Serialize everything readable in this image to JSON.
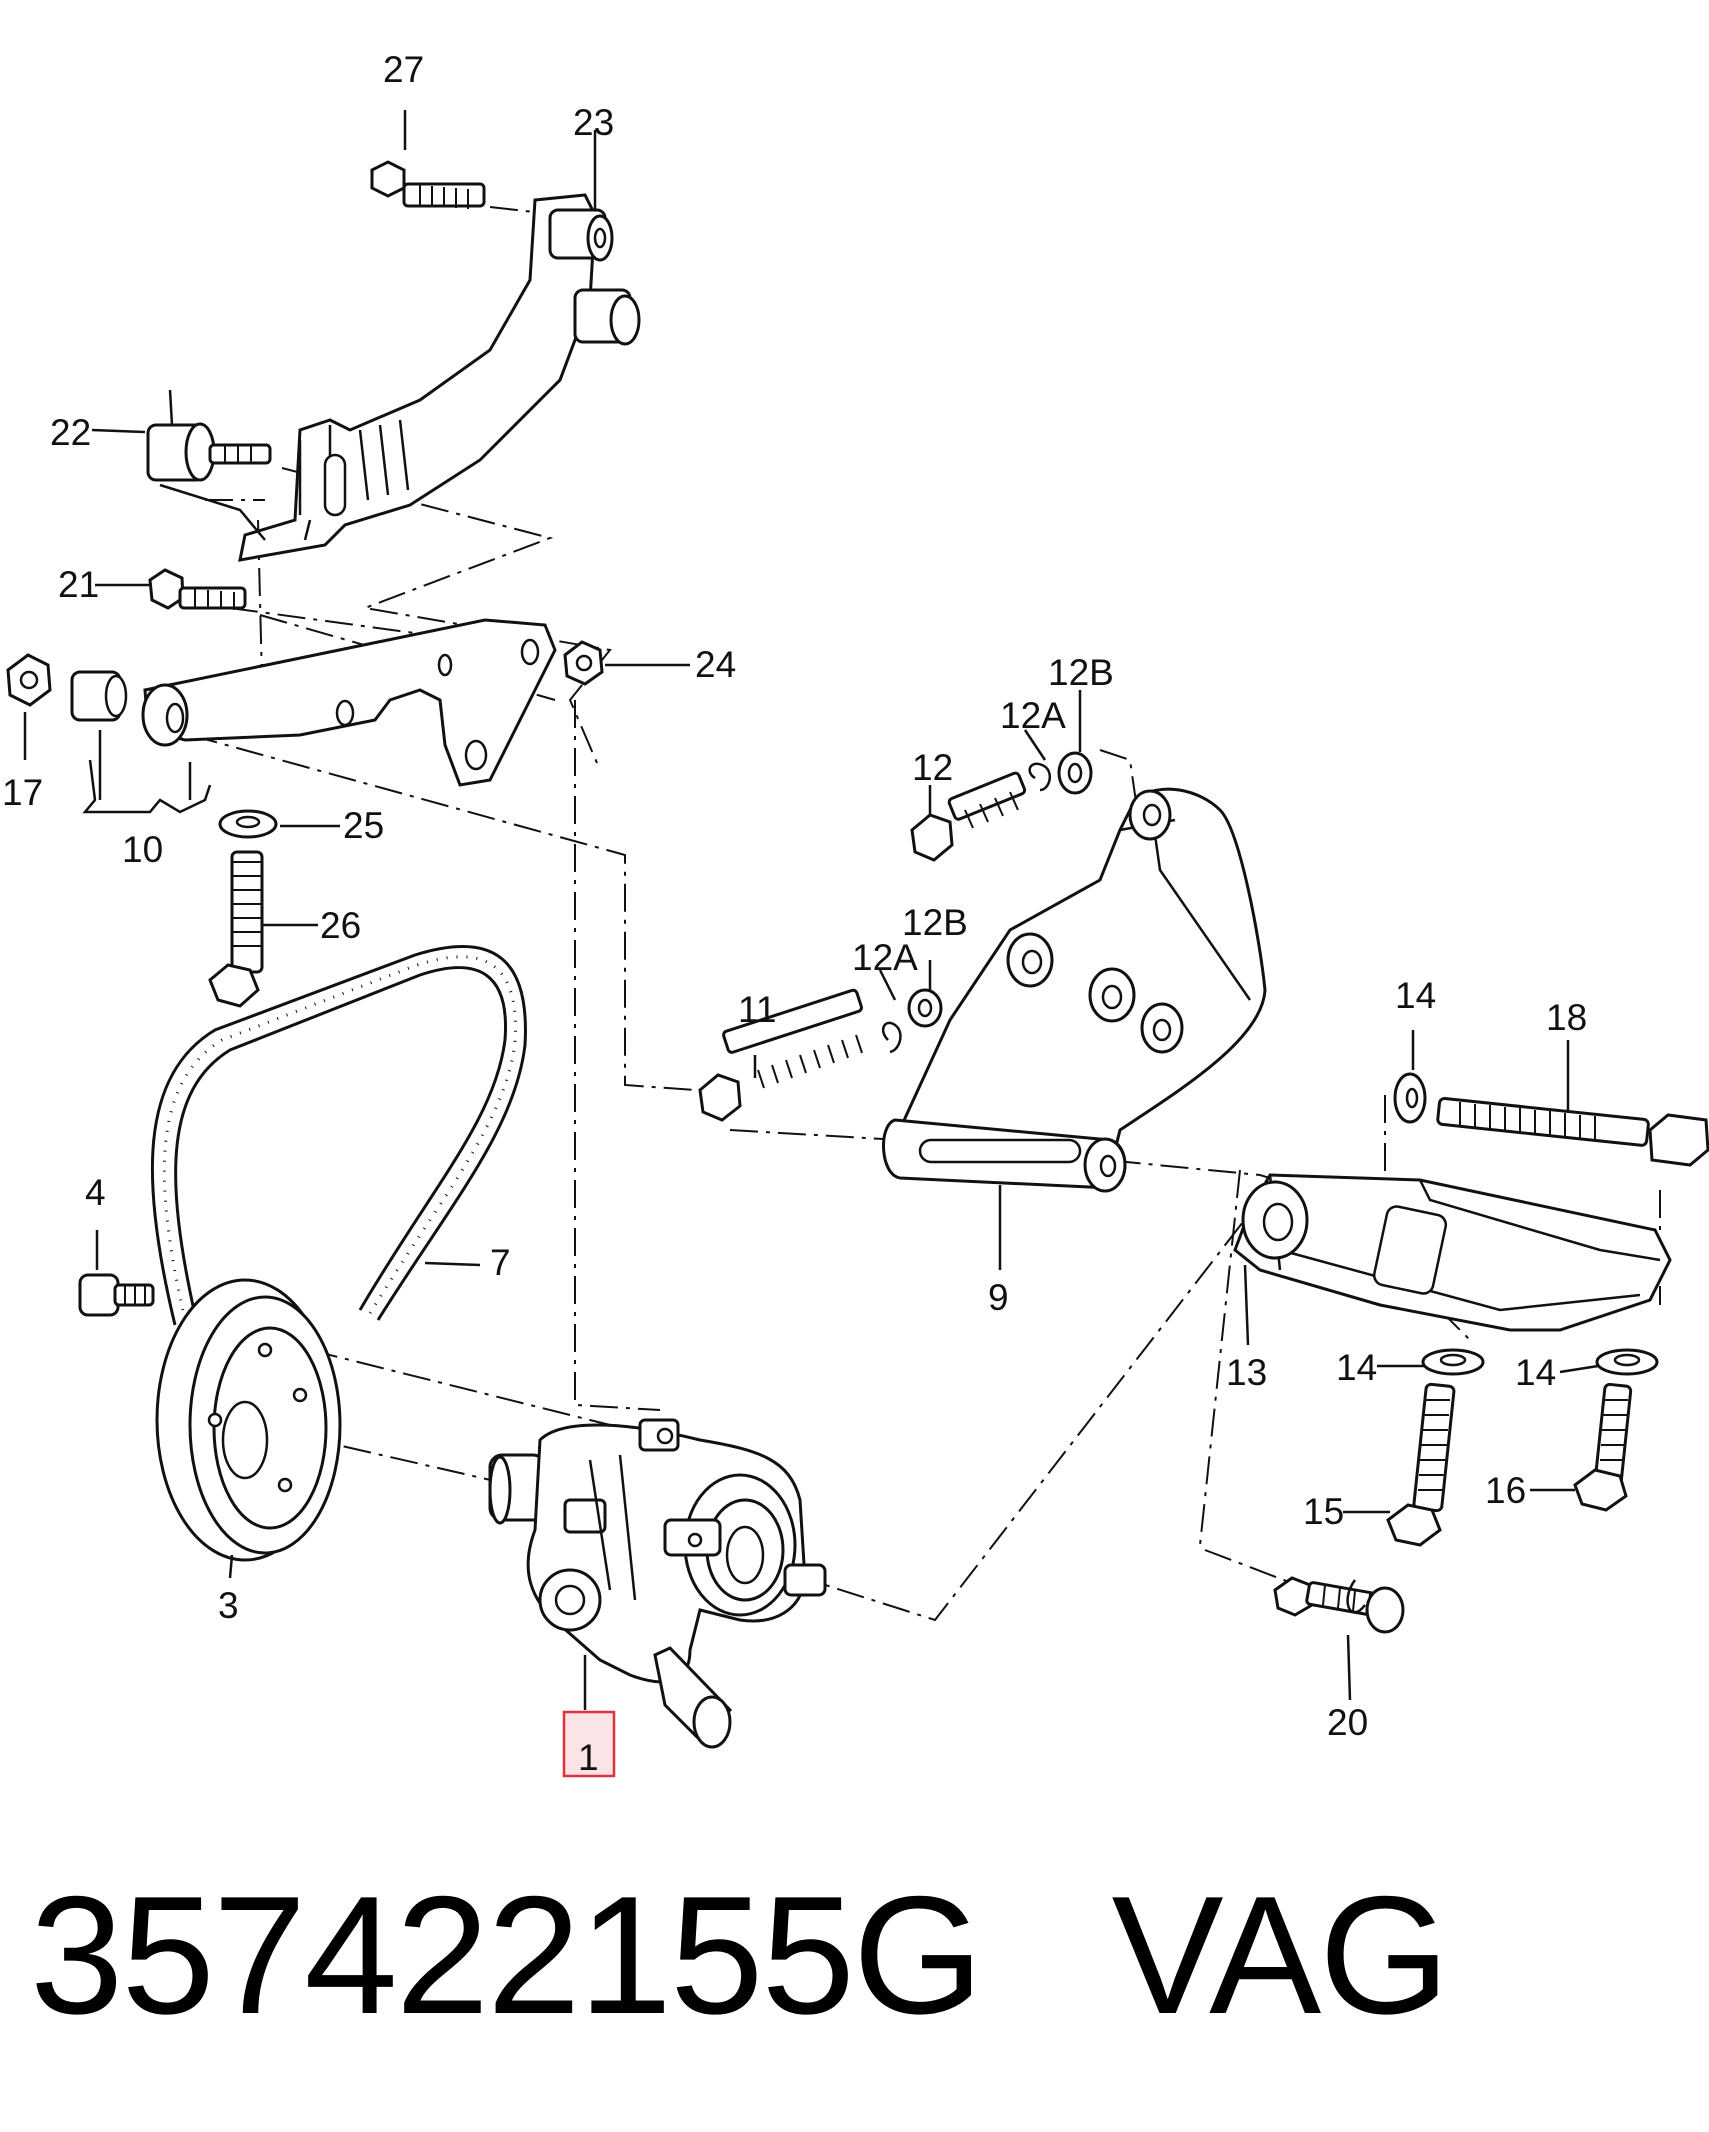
{
  "part_number": "357422155G",
  "brand": "VAG",
  "highlighted_part": "1",
  "highlight_color": "#e0323c",
  "callouts": {
    "c1": "1",
    "c3": "3",
    "c4": "4",
    "c7": "7",
    "c9": "9",
    "c10": "10",
    "c11": "11",
    "c12": "12",
    "c12A_top": "12A",
    "c12B_top": "12B",
    "c12A_mid": "12A",
    "c12B_mid": "12B",
    "c13": "13",
    "c14_top": "14",
    "c14_left": "14",
    "c14_right": "14",
    "c15": "15",
    "c16": "16",
    "c17": "17",
    "c18": "18",
    "c20": "20",
    "c21": "21",
    "c22": "22",
    "c23": "23",
    "c24": "24",
    "c25": "25",
    "c26": "26",
    "c27": "27"
  }
}
